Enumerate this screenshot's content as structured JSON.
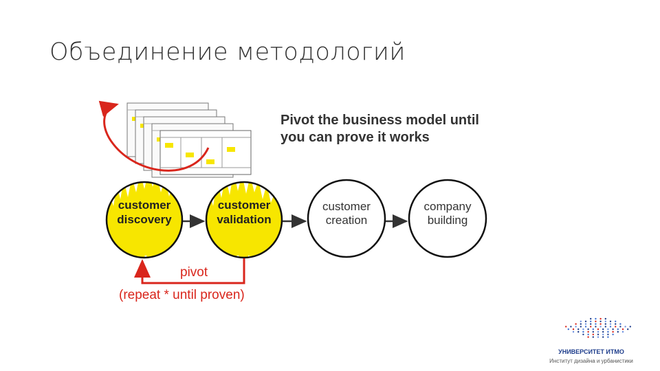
{
  "slide": {
    "title": "Объединение методологий"
  },
  "diagram": {
    "caption_line1": "Pivot the business model until",
    "caption_line2": "you can prove it works",
    "steps": [
      {
        "line1": "customer",
        "line2": "discovery",
        "highlight": true
      },
      {
        "line1": "customer",
        "line2": "validation",
        "highlight": true
      },
      {
        "line1": "customer",
        "line2": "creation",
        "highlight": false
      },
      {
        "line1": "company",
        "line2": "building",
        "highlight": false
      }
    ],
    "pivot_label": "pivot",
    "pivot_sublabel": "(repeat * until proven)",
    "colors": {
      "highlight": "#f7e600",
      "arrow_red": "#d9261c",
      "circle_stroke": "#111111"
    }
  },
  "logo": {
    "name": "УНИВЕРСИТЕТ ИТМО",
    "subtitle": "Институт дизайна и урбанистики",
    "icon": "itmo-dots-logo-icon"
  }
}
